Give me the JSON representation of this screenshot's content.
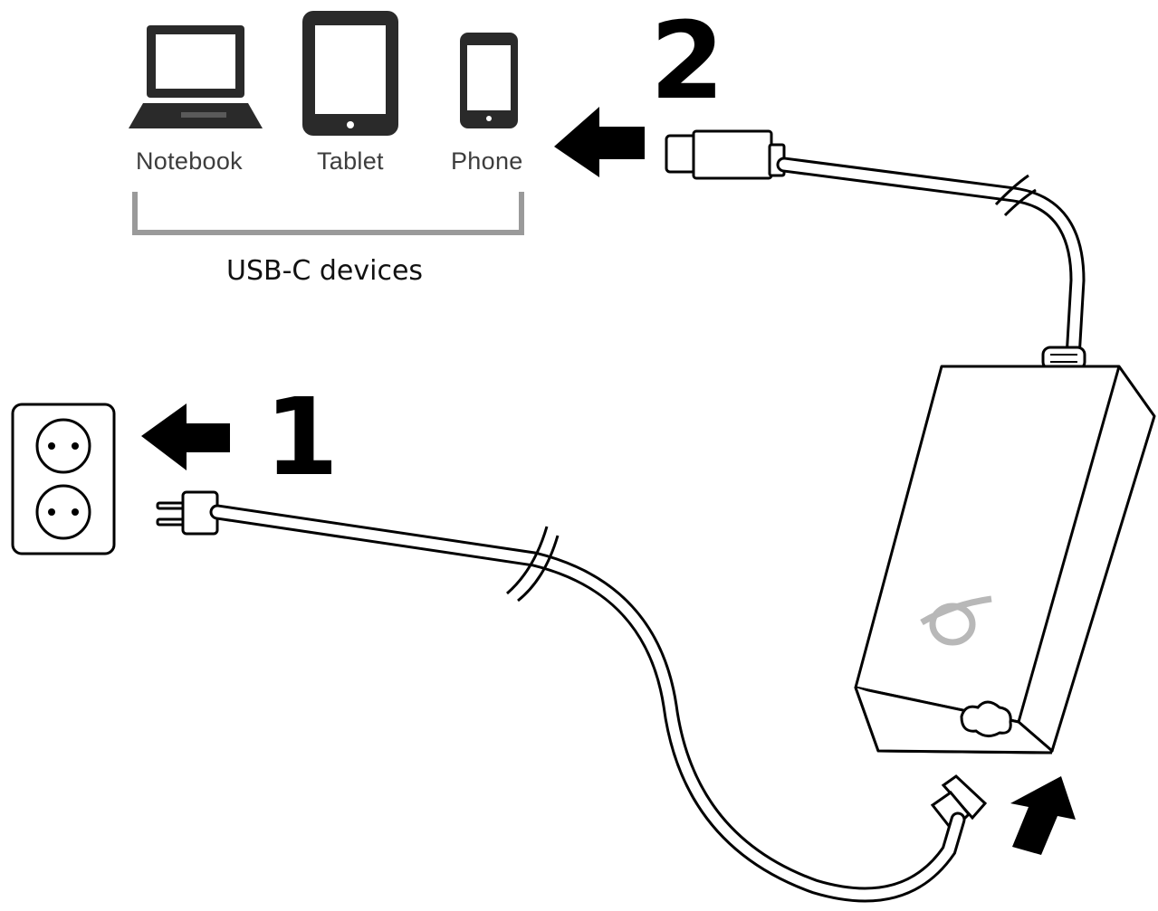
{
  "devices": {
    "notebook_label": "Notebook",
    "tablet_label": "Tablet",
    "phone_label": "Phone",
    "group_label": "USB-C devices"
  },
  "steps": {
    "step1": "1",
    "step2": "2"
  },
  "icons": {
    "notebook": "notebook-icon",
    "tablet": "tablet-icon",
    "phone": "phone-icon",
    "outlet": "wall-outlet-icon",
    "arrow": "arrow-icon",
    "adapter": "power-adapter-icon",
    "brand": "brand-logo-icon"
  },
  "colors": {
    "ink": "#000000",
    "bracket": "#9a9a9a",
    "label": "#3d3d3d",
    "logo": "#b8b8b8"
  }
}
